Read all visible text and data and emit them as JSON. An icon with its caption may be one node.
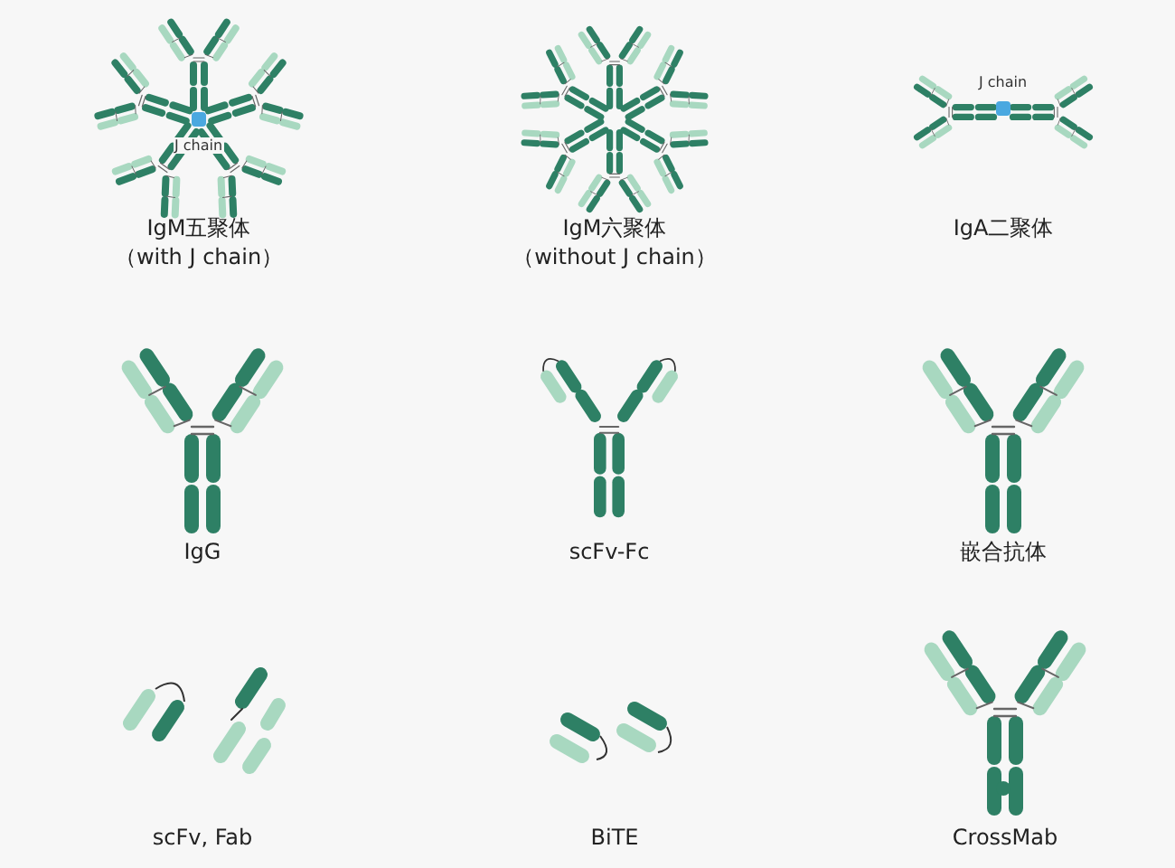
{
  "diagram": {
    "labels": [
      "J chain",
      "J chain",
      "IgM五聚体（with J chain）",
      "IgM六聚体（without J chain）",
      "IgA二聚体",
      "IgG",
      "scFv-Fc",
      "嵌合抗体",
      "scFv, Fab",
      "BiTE",
      "CrossMab"
    ]
  }
}
